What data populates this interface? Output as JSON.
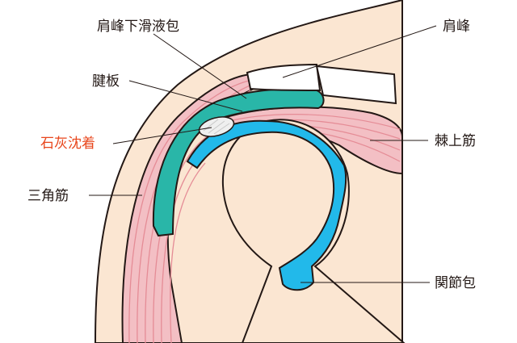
{
  "labels": {
    "subacromial_bursa": "肩峰下滑液包",
    "acromion": "肩峰",
    "tendon_plate": "腱板",
    "calcific_deposit": "石灰沈着",
    "supraspinatus": "棘上筋",
    "deltoid": "三角筋",
    "joint_capsule": "関節包"
  },
  "colors": {
    "skin": "#fbe6d2",
    "muscle": "#f3bfc4",
    "muscle_fibers": "#e58c96",
    "bursa": "#29b6a8",
    "capsule": "#22b9ea",
    "bone": "#ffffff",
    "deposit": "#efefef",
    "outline": "#231815",
    "accent_label": "#e8461c"
  }
}
